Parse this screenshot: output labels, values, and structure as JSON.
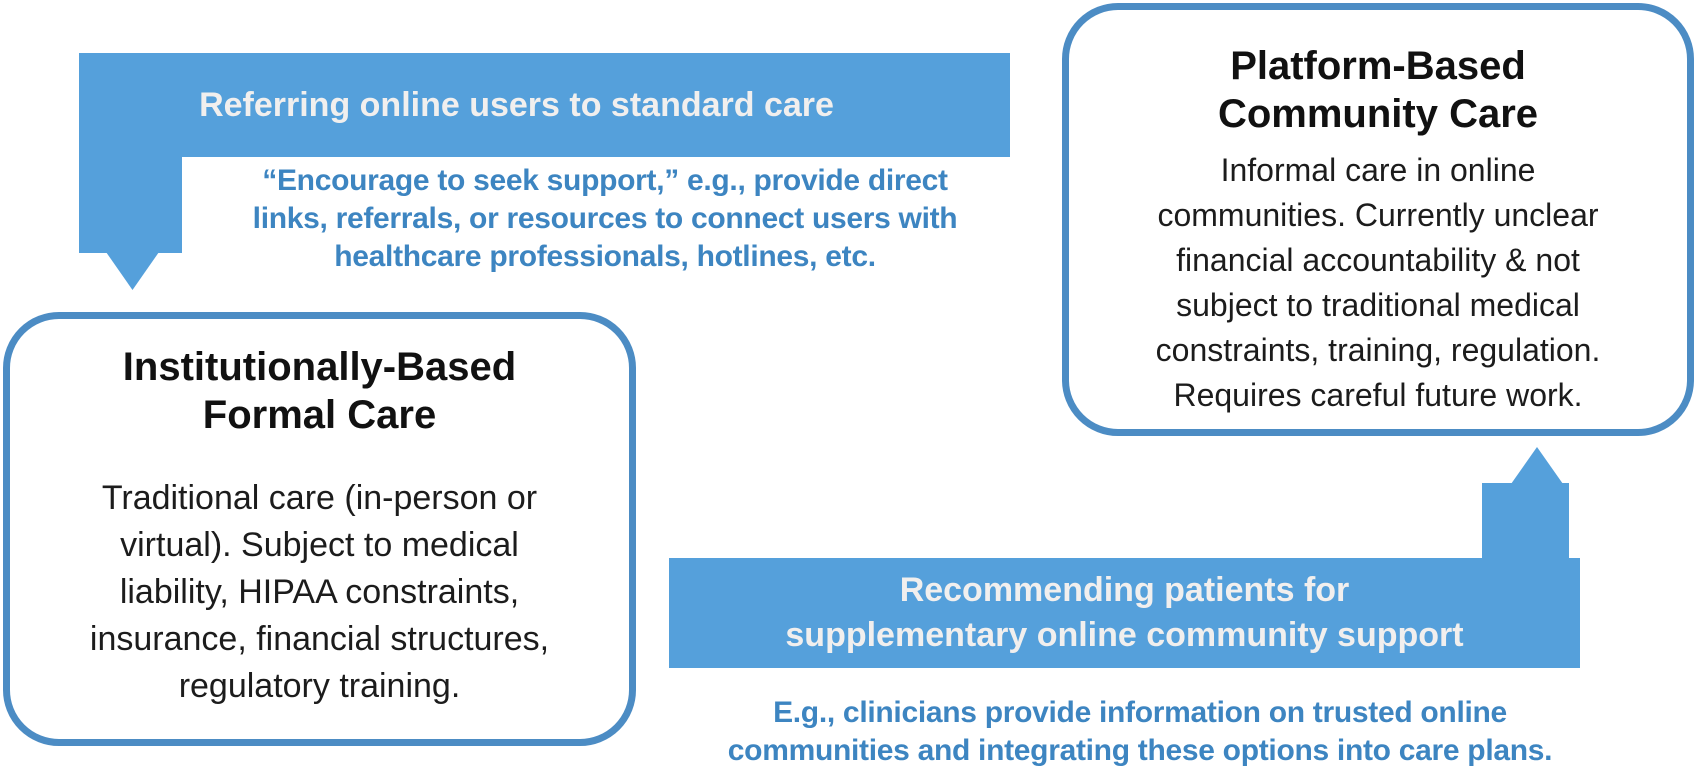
{
  "top_arrow": {
    "label": "Referring online users to standard care",
    "description": "“Encourage to seek support,” e.g., provide direct\nlinks, referrals, or resources to connect users with\nhealthcare professionals, hotlines, etc."
  },
  "left_box": {
    "title": "Institutionally-Based\nFormal Care",
    "body": "Traditional care (in-person or\nvirtual). Subject to medical\nliability, HIPAA constraints,\ninsurance, financial structures,\nregulatory training."
  },
  "right_box": {
    "title": "Platform-Based\nCommunity Care",
    "body": "Informal care in online\ncommunities. Currently unclear\nfinancial accountability & not\nsubject to traditional medical\nconstraints, training, regulation.\nRequires careful future work."
  },
  "bottom_arrow": {
    "label": "Recommending patients for\nsupplementary online community support",
    "description": "E.g., clinicians provide information on trusted online\ncommunities and integrating these options into care plans."
  },
  "colors": {
    "arrow_blue": "#55a0db",
    "box_border_blue": "#4c8cc4",
    "description_text_blue": "#3d85c1",
    "banner_text_white": "#f1efee",
    "title_text_black": "#111111",
    "body_text_black": "#1c1c1c",
    "background": "#ffffff"
  }
}
